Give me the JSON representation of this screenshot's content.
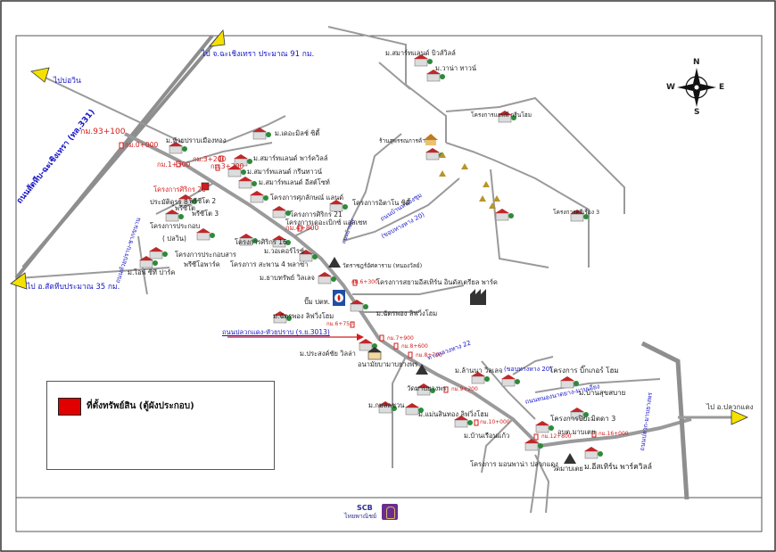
{
  "compass": {
    "north": "N",
    "south": "S",
    "east": "E",
    "west": "W"
  },
  "legend": {
    "label": "ที่ตั้งทรัพย์สิน (ตู้ผังประกอบ)",
    "color": "#e00000"
  },
  "logo": {
    "line1": "SCB",
    "line2": "ไทยพาณิชย์"
  },
  "directions": {
    "chachoengsao": "ไป จ.ฉะเชิงเทรา ประมาณ 91 กม.",
    "bowin": "ไปบ่อวิน",
    "sattahip": "ไป อ.สัตหีบประมาณ 35 กม.",
    "pluakdaeng": "ไป อ.ปลวกแดง"
  },
  "roads": {
    "road331": "ถนนสัตหีบ-ฉะเชิงเทรา (ทล.331)",
    "km93": "กม.93+100",
    "road3013": "ถนนปลวกแดง-หัวยปราบ (ร.ย.3013)",
    "map_road_left": "ถนนหัวยปราบ-ชากขนาน",
    "road_north": "ถนนบ้านหนองชุม",
    "road_20_top": "(ขอบทางหาง 20)",
    "road_22": "ทางหลวงหาง 22",
    "road_20b": "(ขอบทางหาง 20)",
    "road_huaiprab": "ถนนหนองนาดยาง-มาบเอียง",
    "road_east": "ถนนปลวก-มาบยางพร",
    "road_local": "ถนนบ้านอะ"
  },
  "km_markers": [
    {
      "id": "km0",
      "text": "กม.0+000"
    },
    {
      "id": "km1",
      "text": "กม.1+500"
    },
    {
      "id": "km2",
      "text": "กม.3+200"
    },
    {
      "id": "km3",
      "text": "กม.3+200"
    },
    {
      "id": "km4",
      "text": "กม.4+800"
    },
    {
      "id": "km5",
      "text": "กม.6+300"
    },
    {
      "id": "km6",
      "text": "กม.6+750"
    },
    {
      "id": "km7",
      "text": "กม.7+900"
    },
    {
      "id": "km8",
      "text": "กม.8+600"
    },
    {
      "id": "km9",
      "text": "กม.8+700"
    },
    {
      "id": "km10",
      "text": "กม.9+200"
    },
    {
      "id": "km11",
      "text": "กม.10+000"
    },
    {
      "id": "km12",
      "text": "กม.12+800"
    },
    {
      "id": "km13",
      "text": "กม.16+000"
    }
  ],
  "places": [
    {
      "id": "p1",
      "text": "ม.สมาร์ทแลนด์ บิวส์วิลล์"
    },
    {
      "id": "p2",
      "text": "ม.วาน่า ทาวน์"
    },
    {
      "id": "p3",
      "text": "โครงการแฮพพี่ กรีนโฮม"
    },
    {
      "id": "p4",
      "text": "ร้านสุพรรณการค้า"
    },
    {
      "id": "p5",
      "text": "ม.ห้วยปราบเมืองทอง"
    },
    {
      "id": "p6",
      "text": "ม.เดอะมิลช์ ซิตี้"
    },
    {
      "id": "p7",
      "text": "ม.สมาร์ทแลนด์ พาร์ควิลล์"
    },
    {
      "id": "p8",
      "text": "ม.สมาร์ทแลนด์ กรีนทาวน์"
    },
    {
      "id": "p9",
      "text": "ม.สมาร์ทแลนด์ อีสต์โซท์"
    },
    {
      "id": "p10",
      "text": "โครงการศุภลักษณ์ แลนด์"
    },
    {
      "id": "p11",
      "text": "โครงการศิริกร 26"
    },
    {
      "id": "p12",
      "text": "ประมัติดูรร 8"
    },
    {
      "id": "p13",
      "text": "พรีซีโต 2"
    },
    {
      "id": "p14",
      "text": "พรีซีโต"
    },
    {
      "id": "p15",
      "text": "พรีซีโต 3"
    },
    {
      "id": "p16",
      "text": "โครงการประกอบ"
    },
    {
      "id": "p17",
      "text": "( ปลวิน)"
    },
    {
      "id": "p18",
      "text": "โครงการประกอบสาร"
    },
    {
      "id": "p19",
      "text": "พรีซีโอพาร์ค"
    },
    {
      "id": "p20",
      "text": "โครงการศิริกร 21"
    },
    {
      "id": "p21",
      "text": "โครงการเดอะเบิกซ์ แอสเซท"
    },
    {
      "id": "p22",
      "text": "โครงการอิตาโน ซิตี้"
    },
    {
      "id": "p23",
      "text": "โครงการศิริกร 16"
    },
    {
      "id": "p24",
      "text": "ม.วอเคอร์ไรซ์"
    },
    {
      "id": "p25",
      "text": "โครงการ สะพาน 4 พลาซ่า"
    },
    {
      "id": "p26",
      "text": "ม.ไอพ์ ซีที ปาร์ค"
    },
    {
      "id": "p27",
      "text": "ม.ธาบทรัพย์ วิลเลจ"
    },
    {
      "id": "p28",
      "text": "วัดราชฎร์อัศคาราม (หนองวัลย์)"
    },
    {
      "id": "p29",
      "text": "โครงการสยามอีสเทิร์น อินดัสเตรียล พาร์ค"
    },
    {
      "id": "p30",
      "text": "ปั๊ม ปตท."
    },
    {
      "id": "p31",
      "text": "ม.ฉัตรพอง ลิฟวิ่งโฮม"
    },
    {
      "id": "p32",
      "text": "ม.ฉัตรพอง ลิฟวิ่งโฮม"
    },
    {
      "id": "p33",
      "text": "โครงการศรีเรือง 3"
    },
    {
      "id": "p34",
      "text": "ม.ประสงค์ชัย วิลล่า"
    },
    {
      "id": "p35",
      "text": "อนามัยบามาบยางพร"
    },
    {
      "id": "p36",
      "text": "ม.ล้านนา วิลเลจ"
    },
    {
      "id": "p37",
      "text": "วัดมาบยางพร"
    },
    {
      "id": "p38",
      "text": "ม.กมลลชวน"
    },
    {
      "id": "p39",
      "text": "ม.แม่นสินทอง ลิฟวิ่งโฮม"
    },
    {
      "id": "p40",
      "text": "ม.บ้านเรือนแก้ว"
    },
    {
      "id": "p41",
      "text": "โครงการ บิ๊กเกอร์ โฮม"
    },
    {
      "id": "p42",
      "text": "ม.บ้านสุขสบาย"
    },
    {
      "id": "p43",
      "text": "โครงการปิยะมิตดา 3"
    },
    {
      "id": "p44",
      "text": "อบต.มาบเตย"
    },
    {
      "id": "p45",
      "text": "โครงการ มอนพาน่า ปลวกแดง"
    },
    {
      "id": "p46",
      "text": "วัดมาบเตย"
    },
    {
      "id": "p47",
      "text": "ม.อีสเทิร์น พาร์ควิลล์"
    }
  ],
  "colors": {
    "road_gray": "#9a9a9a",
    "highway_gray": "#8e8e8e",
    "red": "#d21c1c",
    "blue": "#1414c8",
    "house_roof": "#c0282a",
    "house_wall": "#dcdcdc",
    "tree": "#2d8a3a"
  }
}
